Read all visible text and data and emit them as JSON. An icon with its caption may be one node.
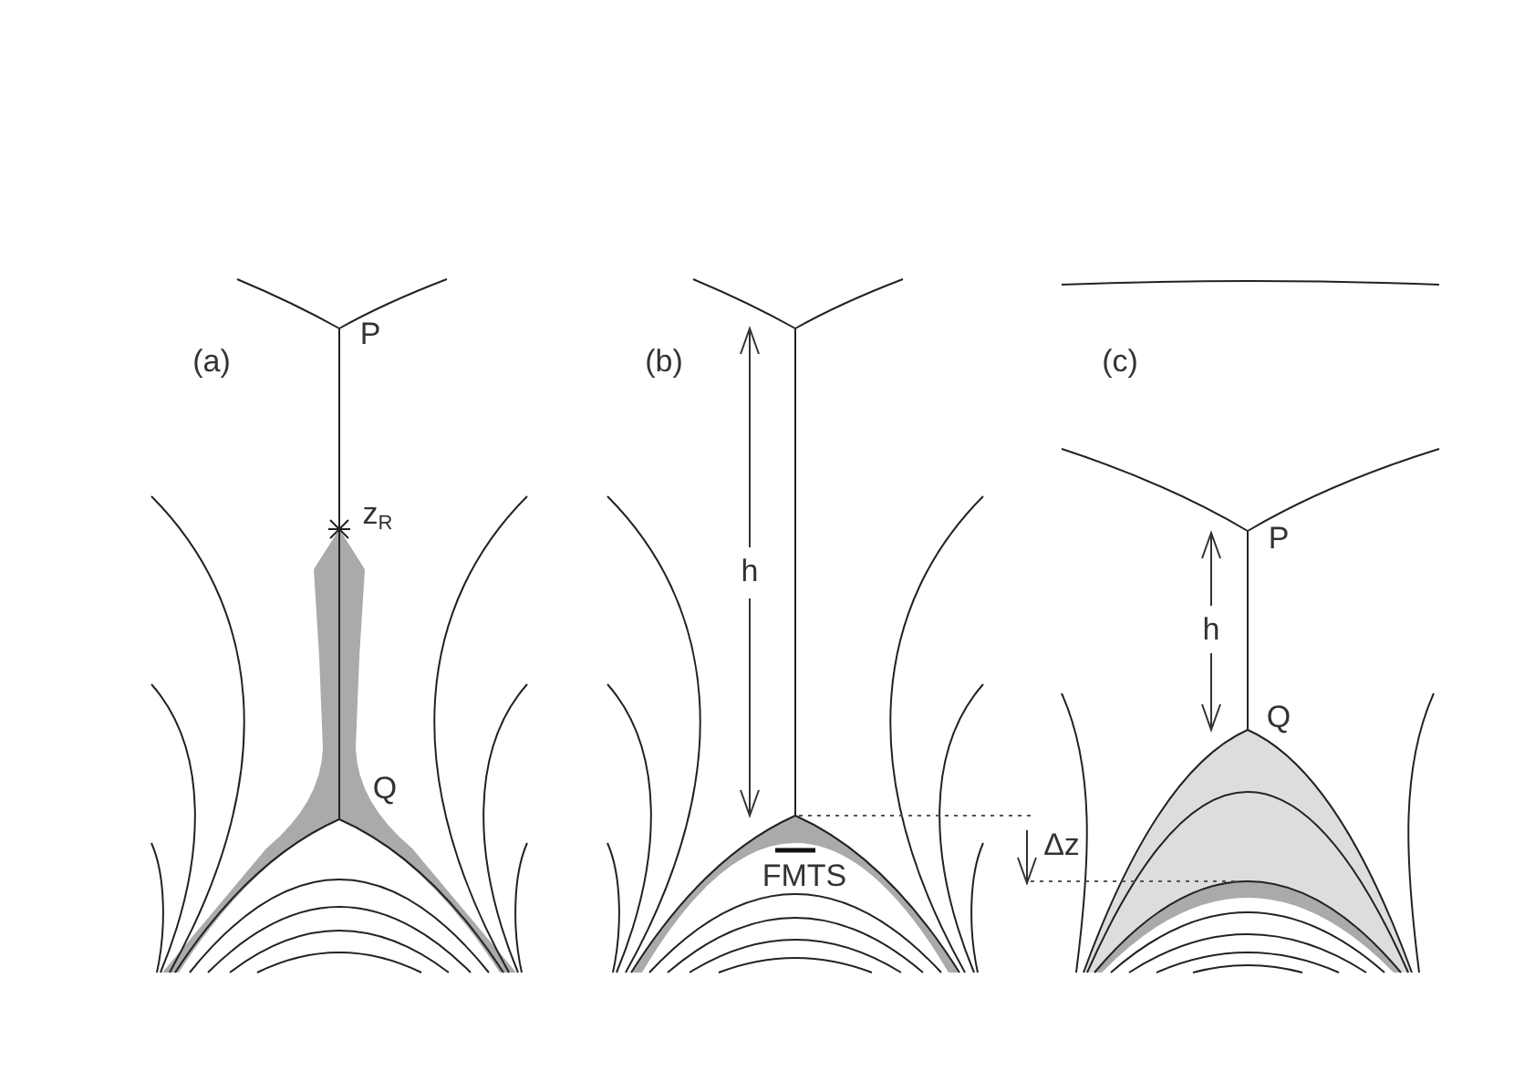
{
  "diagram": {
    "labels": [
      "(a)",
      "P",
      "z$_{R}$",
      "Q",
      "(b)",
      "h",
      "FMTS",
      "Δz",
      "(c)",
      "P",
      "h",
      "Q"
    ]
  }
}
